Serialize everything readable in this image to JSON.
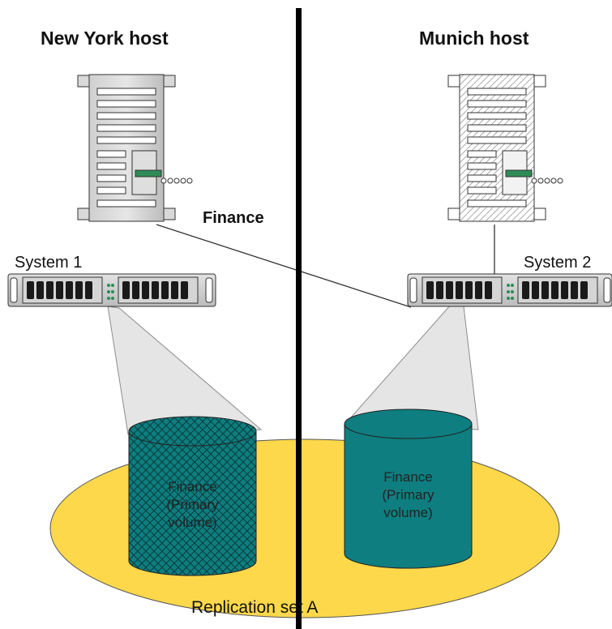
{
  "hosts": {
    "left": "New York host",
    "right": "Munich host"
  },
  "connection_label": "Finance",
  "systems": {
    "left": "System 1",
    "right": "System 2"
  },
  "volumes": {
    "left": {
      "line1": "Finance",
      "line2": "(Primary",
      "line3": "volume)"
    },
    "right": {
      "line1": "Finance",
      "line2": "(Primary",
      "line3": "volume)"
    }
  },
  "replication_set": "Replication set A",
  "colors": {
    "ellipse": "#FCD84A",
    "volume": "#0E7E80",
    "divider": "#000000",
    "led": "#2E8B57"
  },
  "icons": {
    "host_left": "tower-server-icon",
    "host_right": "tower-server-hatched-icon",
    "system": "rack-storage-icon",
    "volume": "disk-volume-icon"
  }
}
